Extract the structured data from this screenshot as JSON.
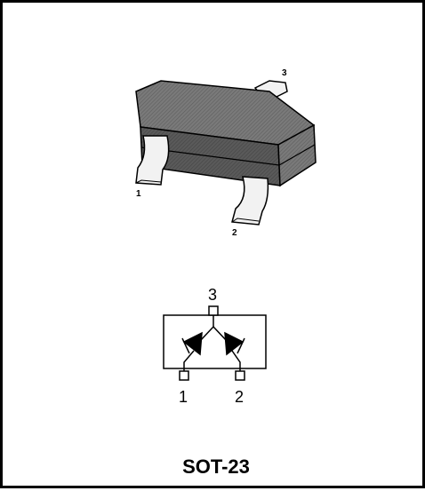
{
  "package": {
    "pin_labels": {
      "pin1": "1",
      "pin2": "2",
      "pin3": "3"
    },
    "body_color": "#6f6f6f"
  },
  "schematic": {
    "pin_labels": {
      "pin1": "1",
      "pin2": "2",
      "pin3": "3"
    }
  },
  "caption": "SOT-23"
}
